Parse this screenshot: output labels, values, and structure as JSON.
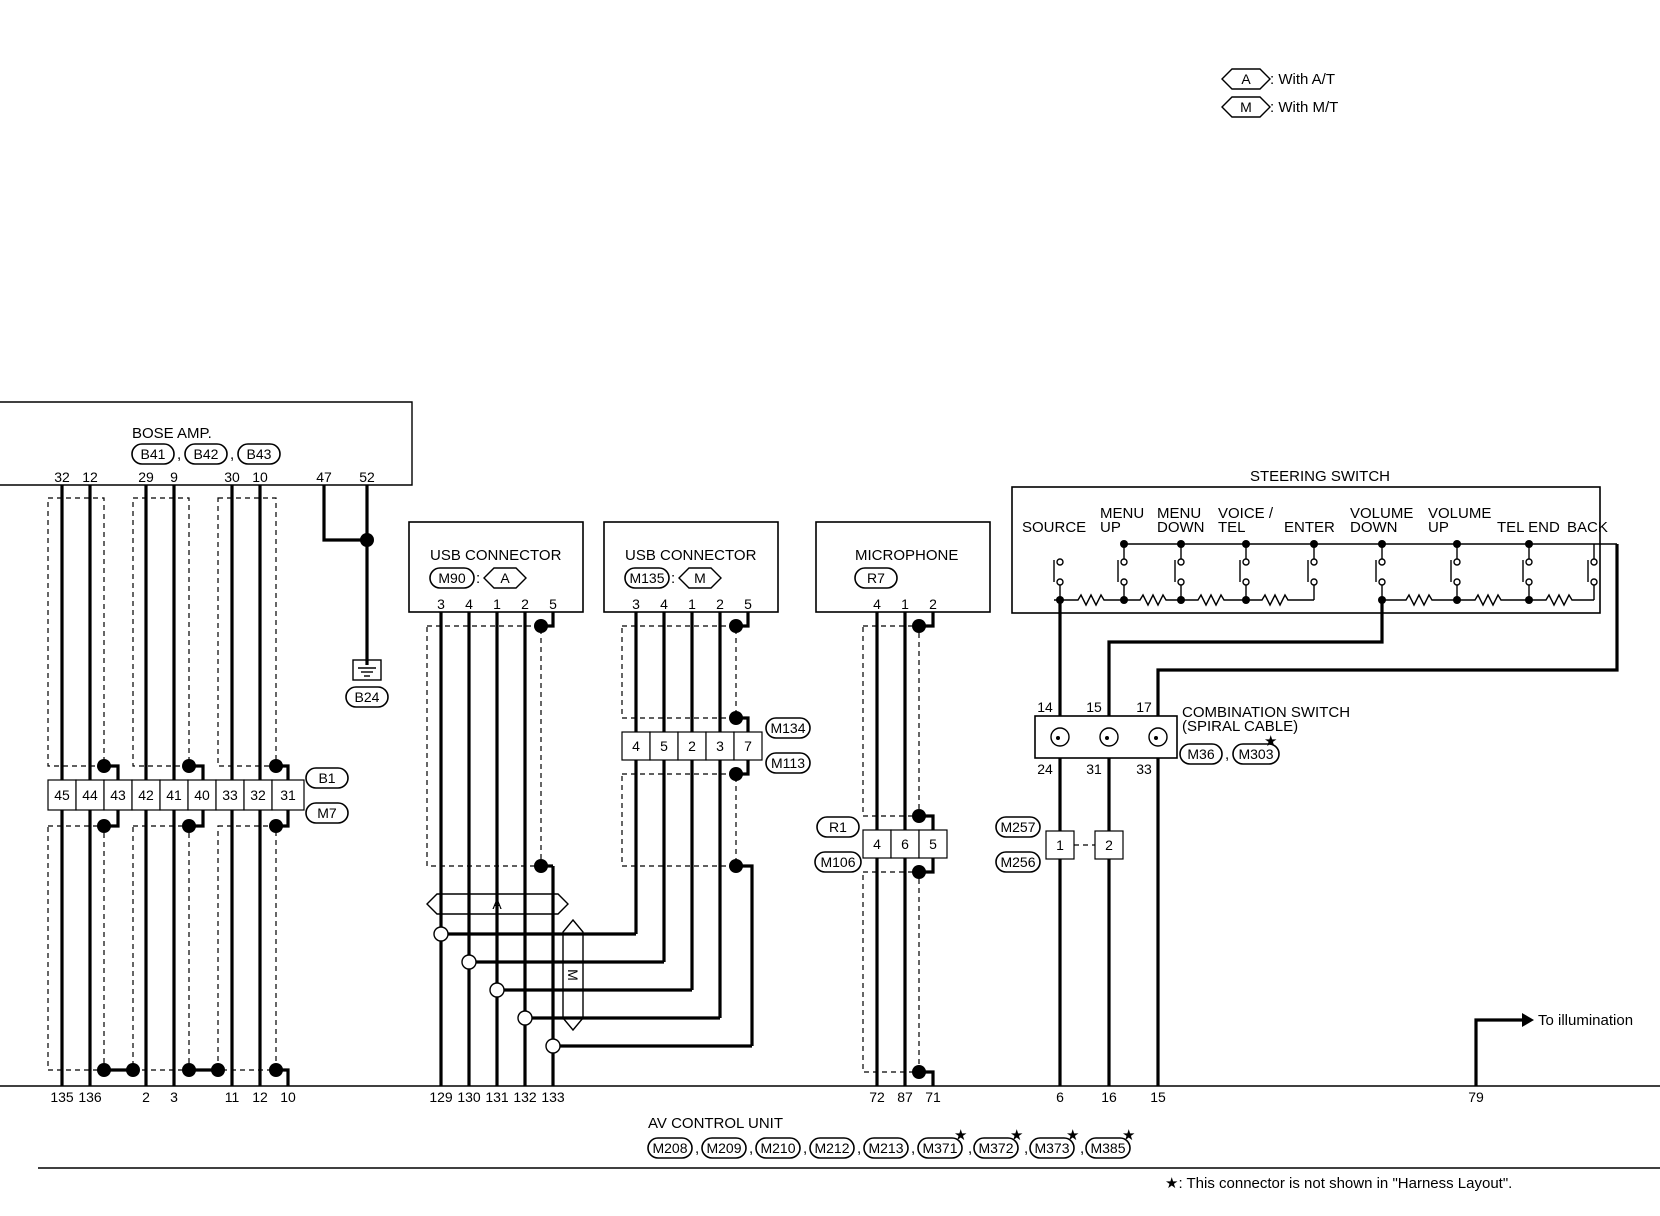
{
  "legend": [
    {
      "code": "A",
      "text": ": With A/T"
    },
    {
      "code": "M",
      "text": ": With M/T"
    }
  ],
  "bose_amp": {
    "title": "BOSE AMP.",
    "connectors": [
      "B41",
      "B42",
      "B43"
    ],
    "pins": [
      "32",
      "12",
      "29",
      "9",
      "30",
      "10",
      "47",
      "52"
    ]
  },
  "ground": {
    "connector": "B24"
  },
  "joint_b1_m7": {
    "connector_top": "B1",
    "connector_bottom": "M7",
    "cells": [
      "45",
      "44",
      "43",
      "42",
      "41",
      "40",
      "33",
      "32",
      "31"
    ]
  },
  "usb_a": {
    "title": "USB CONNECTOR",
    "connector": "M90",
    "variant": "A",
    "pins": [
      "3",
      "4",
      "1",
      "2",
      "5"
    ]
  },
  "usb_m": {
    "title": "USB CONNECTOR",
    "connector": "M135",
    "variant": "M",
    "pins": [
      "3",
      "4",
      "1",
      "2",
      "5"
    ],
    "joint_cells": [
      "4",
      "5",
      "2",
      "3",
      "7"
    ],
    "joint_top": "M134",
    "joint_bottom": "M113"
  },
  "variant_bar": {
    "a": "A",
    "m": "M"
  },
  "microphone": {
    "title": "MICROPHONE",
    "connector": "R7",
    "pins": [
      "4",
      "1",
      "2"
    ],
    "joint_top": "R1",
    "joint_bottom": "M106",
    "joint_cells": [
      "4",
      "6",
      "5"
    ]
  },
  "steering_switch": {
    "title": "STEERING SWITCH",
    "switches": [
      {
        "line1": "SOURCE",
        "line2": ""
      },
      {
        "line1": "MENU",
        "line2": "UP"
      },
      {
        "line1": "MENU",
        "line2": "DOWN"
      },
      {
        "line1": "VOICE /",
        "line2": "TEL"
      },
      {
        "line1": "ENTER",
        "line2": ""
      },
      {
        "line1": "VOLUME",
        "line2": "DOWN"
      },
      {
        "line1": "VOLUME",
        "line2": "UP"
      },
      {
        "line1": "TEL END",
        "line2": ""
      },
      {
        "line1": "BACK",
        "line2": ""
      }
    ]
  },
  "combination_switch": {
    "title_line1": "COMBINATION SWITCH",
    "title_line2": "(SPIRAL CABLE)",
    "connectors": [
      "M36",
      "M303"
    ],
    "pins_top": [
      "14",
      "15",
      "17"
    ],
    "pins_bottom": [
      "24",
      "31",
      "33"
    ]
  },
  "joint_m257": {
    "connector_top": "M257",
    "connector_bottom": "M256",
    "cells": [
      "1",
      "2"
    ]
  },
  "illumination": {
    "label": "To illumination"
  },
  "av_control_unit": {
    "title": "AV CONTROL UNIT",
    "connectors": [
      "M208",
      "M209",
      "M210",
      "M212",
      "M213",
      "M371",
      "M372",
      "M373",
      "M385"
    ],
    "starred": [
      "M371",
      "M372",
      "M373",
      "M385"
    ],
    "pins": [
      "135",
      "136",
      "2",
      "3",
      "11",
      "12",
      "10",
      "129",
      "130",
      "131",
      "132",
      "133",
      "72",
      "87",
      "71",
      "6",
      "16",
      "15",
      "79"
    ]
  },
  "footnote": "★: This connector is not shown in \"Harness Layout\"."
}
